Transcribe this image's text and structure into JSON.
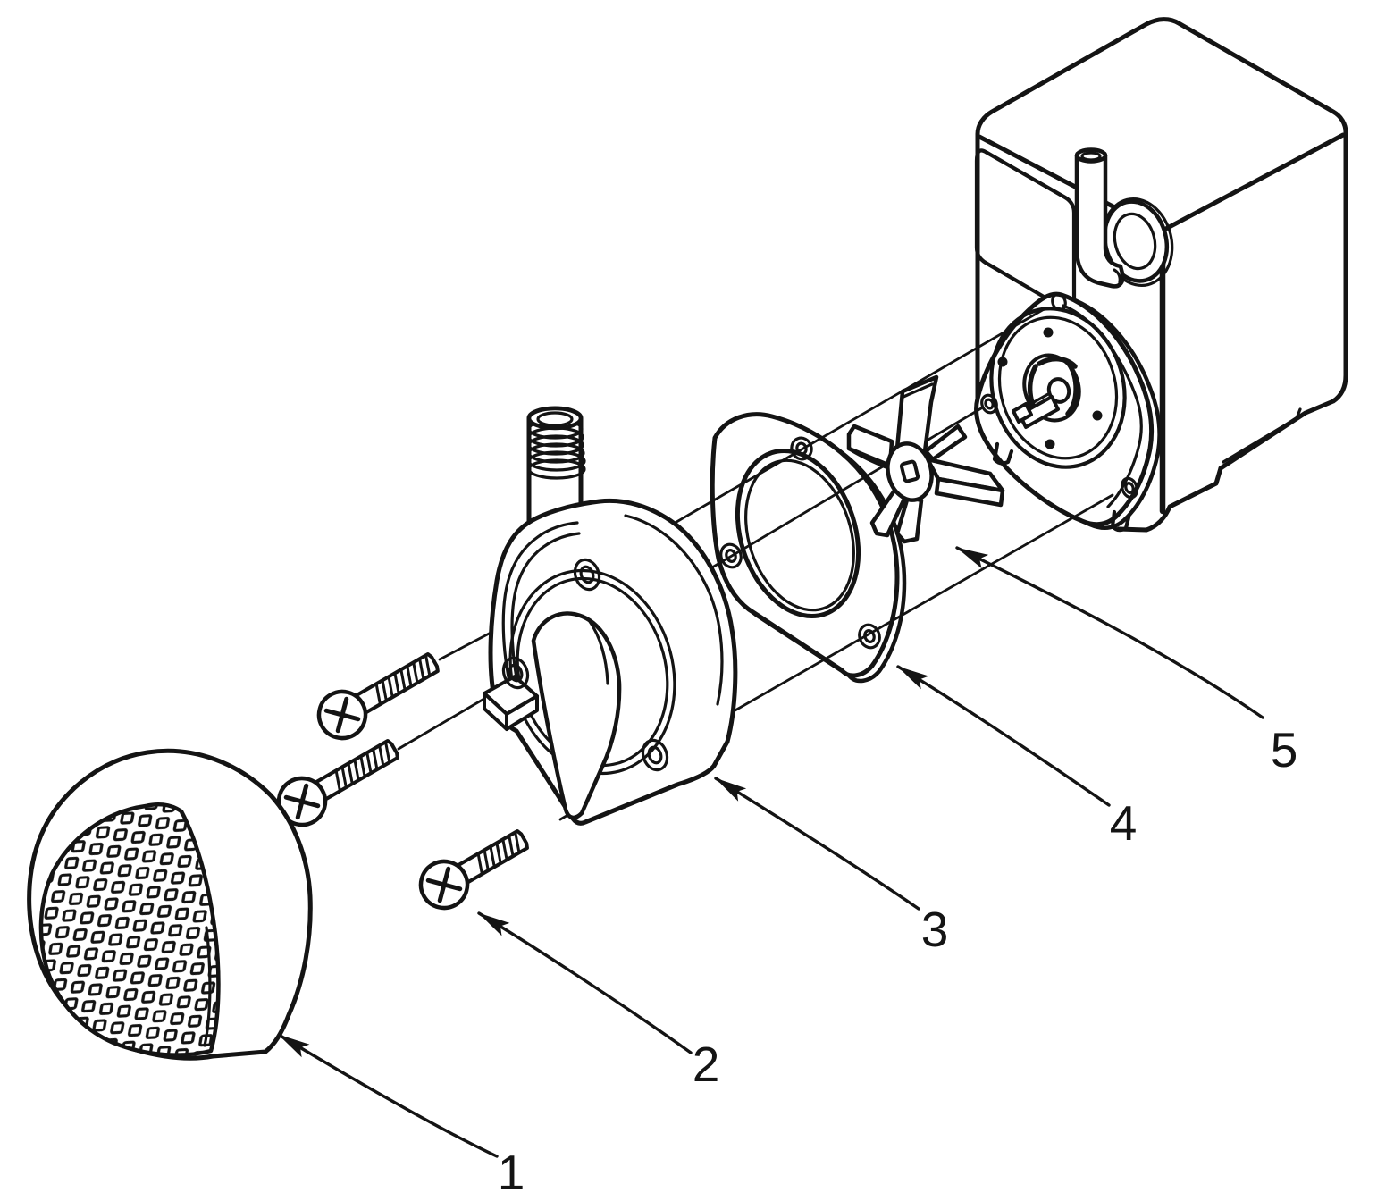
{
  "figure": {
    "background_color": "#ffffff",
    "line_color": "#141414",
    "callouts": [
      {
        "number": "1"
      },
      {
        "number": "2"
      },
      {
        "number": "3"
      },
      {
        "number": "4"
      },
      {
        "number": "5"
      }
    ]
  }
}
